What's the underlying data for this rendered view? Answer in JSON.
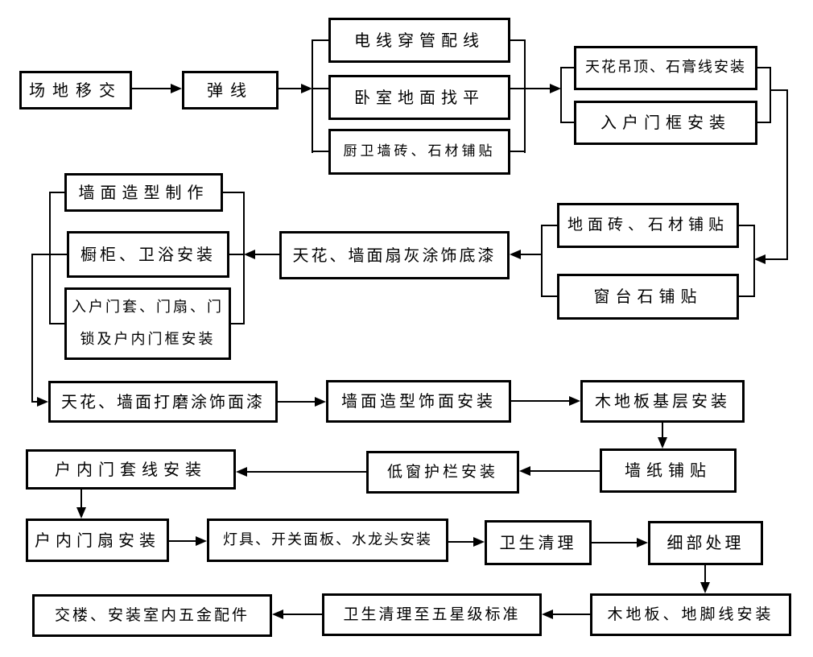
{
  "diagram": {
    "type": "flowchart",
    "language": "zh-CN",
    "colors": {
      "background": "#ffffff",
      "box_border": "#000000",
      "line": "#000000",
      "text": "#000000"
    }
  },
  "nodes": {
    "site_handover": {
      "label": "场地移交"
    },
    "snap_lines": {
      "label": "弹线"
    },
    "wire_conduit": {
      "label": "电线穿管配线"
    },
    "bedroom_floor_leveling": {
      "label": "卧室地面找平"
    },
    "kitchen_bath_wall_tiling": {
      "label": "厨卫墙砖、石材铺贴"
    },
    "ceiling_gypsum_install": {
      "label": "天花吊顶、石膏线安装"
    },
    "entry_door_frame_install": {
      "label": "入户门框安装"
    },
    "floor_tile_stone_paving": {
      "label": "地面砖、石材铺贴"
    },
    "windowsill_stone_paving": {
      "label": "窗台石铺贴"
    },
    "primer_coating": {
      "label": "天花、墙面扇灰涂饰底漆"
    },
    "wall_feature_build": {
      "label": "墙面造型制作"
    },
    "cabinet_bathroom_install": {
      "label": "橱柜、卫浴安装"
    },
    "entry_door_set_install": {
      "label": "入户门套、门扇、门锁及户内门框安装"
    },
    "topcoat_painting": {
      "label": "天花、墙面打磨涂饰面漆"
    },
    "wall_feature_finish_install": {
      "label": "墙面造型饰面安装"
    },
    "wood_floor_base_install": {
      "label": "木地板基层安装"
    },
    "wallpaper_paving": {
      "label": "墙纸铺贴"
    },
    "low_window_guard_install": {
      "label": "低窗护栏安装"
    },
    "interior_door_casing_install": {
      "label": "户内门套线安装"
    },
    "interior_door_leaf_install": {
      "label": "户内门扇安装"
    },
    "lighting_switch_faucet_install": {
      "label": "灯具、开关面板、水龙头安装"
    },
    "cleaning": {
      "label": "卫生清理"
    },
    "detail_finishing": {
      "label": "细部处理"
    },
    "wood_floor_skirting_install": {
      "label": "木地板、地脚线安装"
    },
    "five_star_cleaning": {
      "label": "卫生清理至五星级标准"
    },
    "handover_hardware_install": {
      "label": "交楼、安装室内五金配件"
    }
  },
  "edges": [
    {
      "from": "site_handover",
      "to": "snap_lines"
    },
    {
      "from": "snap_lines",
      "to": [
        "wire_conduit",
        "bedroom_floor_leveling",
        "kitchen_bath_wall_tiling"
      ]
    },
    {
      "from": [
        "wire_conduit",
        "bedroom_floor_leveling",
        "kitchen_bath_wall_tiling"
      ],
      "to": [
        "ceiling_gypsum_install",
        "entry_door_frame_install"
      ]
    },
    {
      "from": [
        "ceiling_gypsum_install",
        "entry_door_frame_install"
      ],
      "to": [
        "floor_tile_stone_paving",
        "windowsill_stone_paving"
      ]
    },
    {
      "from": [
        "floor_tile_stone_paving",
        "windowsill_stone_paving"
      ],
      "to": "primer_coating"
    },
    {
      "from": "primer_coating",
      "to": [
        "wall_feature_build",
        "cabinet_bathroom_install",
        "entry_door_set_install"
      ]
    },
    {
      "from": [
        "wall_feature_build",
        "cabinet_bathroom_install",
        "entry_door_set_install"
      ],
      "to": "topcoat_painting"
    },
    {
      "from": "topcoat_painting",
      "to": "wall_feature_finish_install"
    },
    {
      "from": "wall_feature_finish_install",
      "to": "wood_floor_base_install"
    },
    {
      "from": "wood_floor_base_install",
      "to": "wallpaper_paving"
    },
    {
      "from": "wallpaper_paving",
      "to": "low_window_guard_install"
    },
    {
      "from": "low_window_guard_install",
      "to": "interior_door_casing_install"
    },
    {
      "from": "interior_door_casing_install",
      "to": "interior_door_leaf_install"
    },
    {
      "from": "interior_door_leaf_install",
      "to": "lighting_switch_faucet_install"
    },
    {
      "from": "lighting_switch_faucet_install",
      "to": "cleaning"
    },
    {
      "from": "cleaning",
      "to": "detail_finishing"
    },
    {
      "from": "detail_finishing",
      "to": "wood_floor_skirting_install"
    },
    {
      "from": "wood_floor_skirting_install",
      "to": "five_star_cleaning"
    },
    {
      "from": "five_star_cleaning",
      "to": "handover_hardware_install"
    }
  ]
}
